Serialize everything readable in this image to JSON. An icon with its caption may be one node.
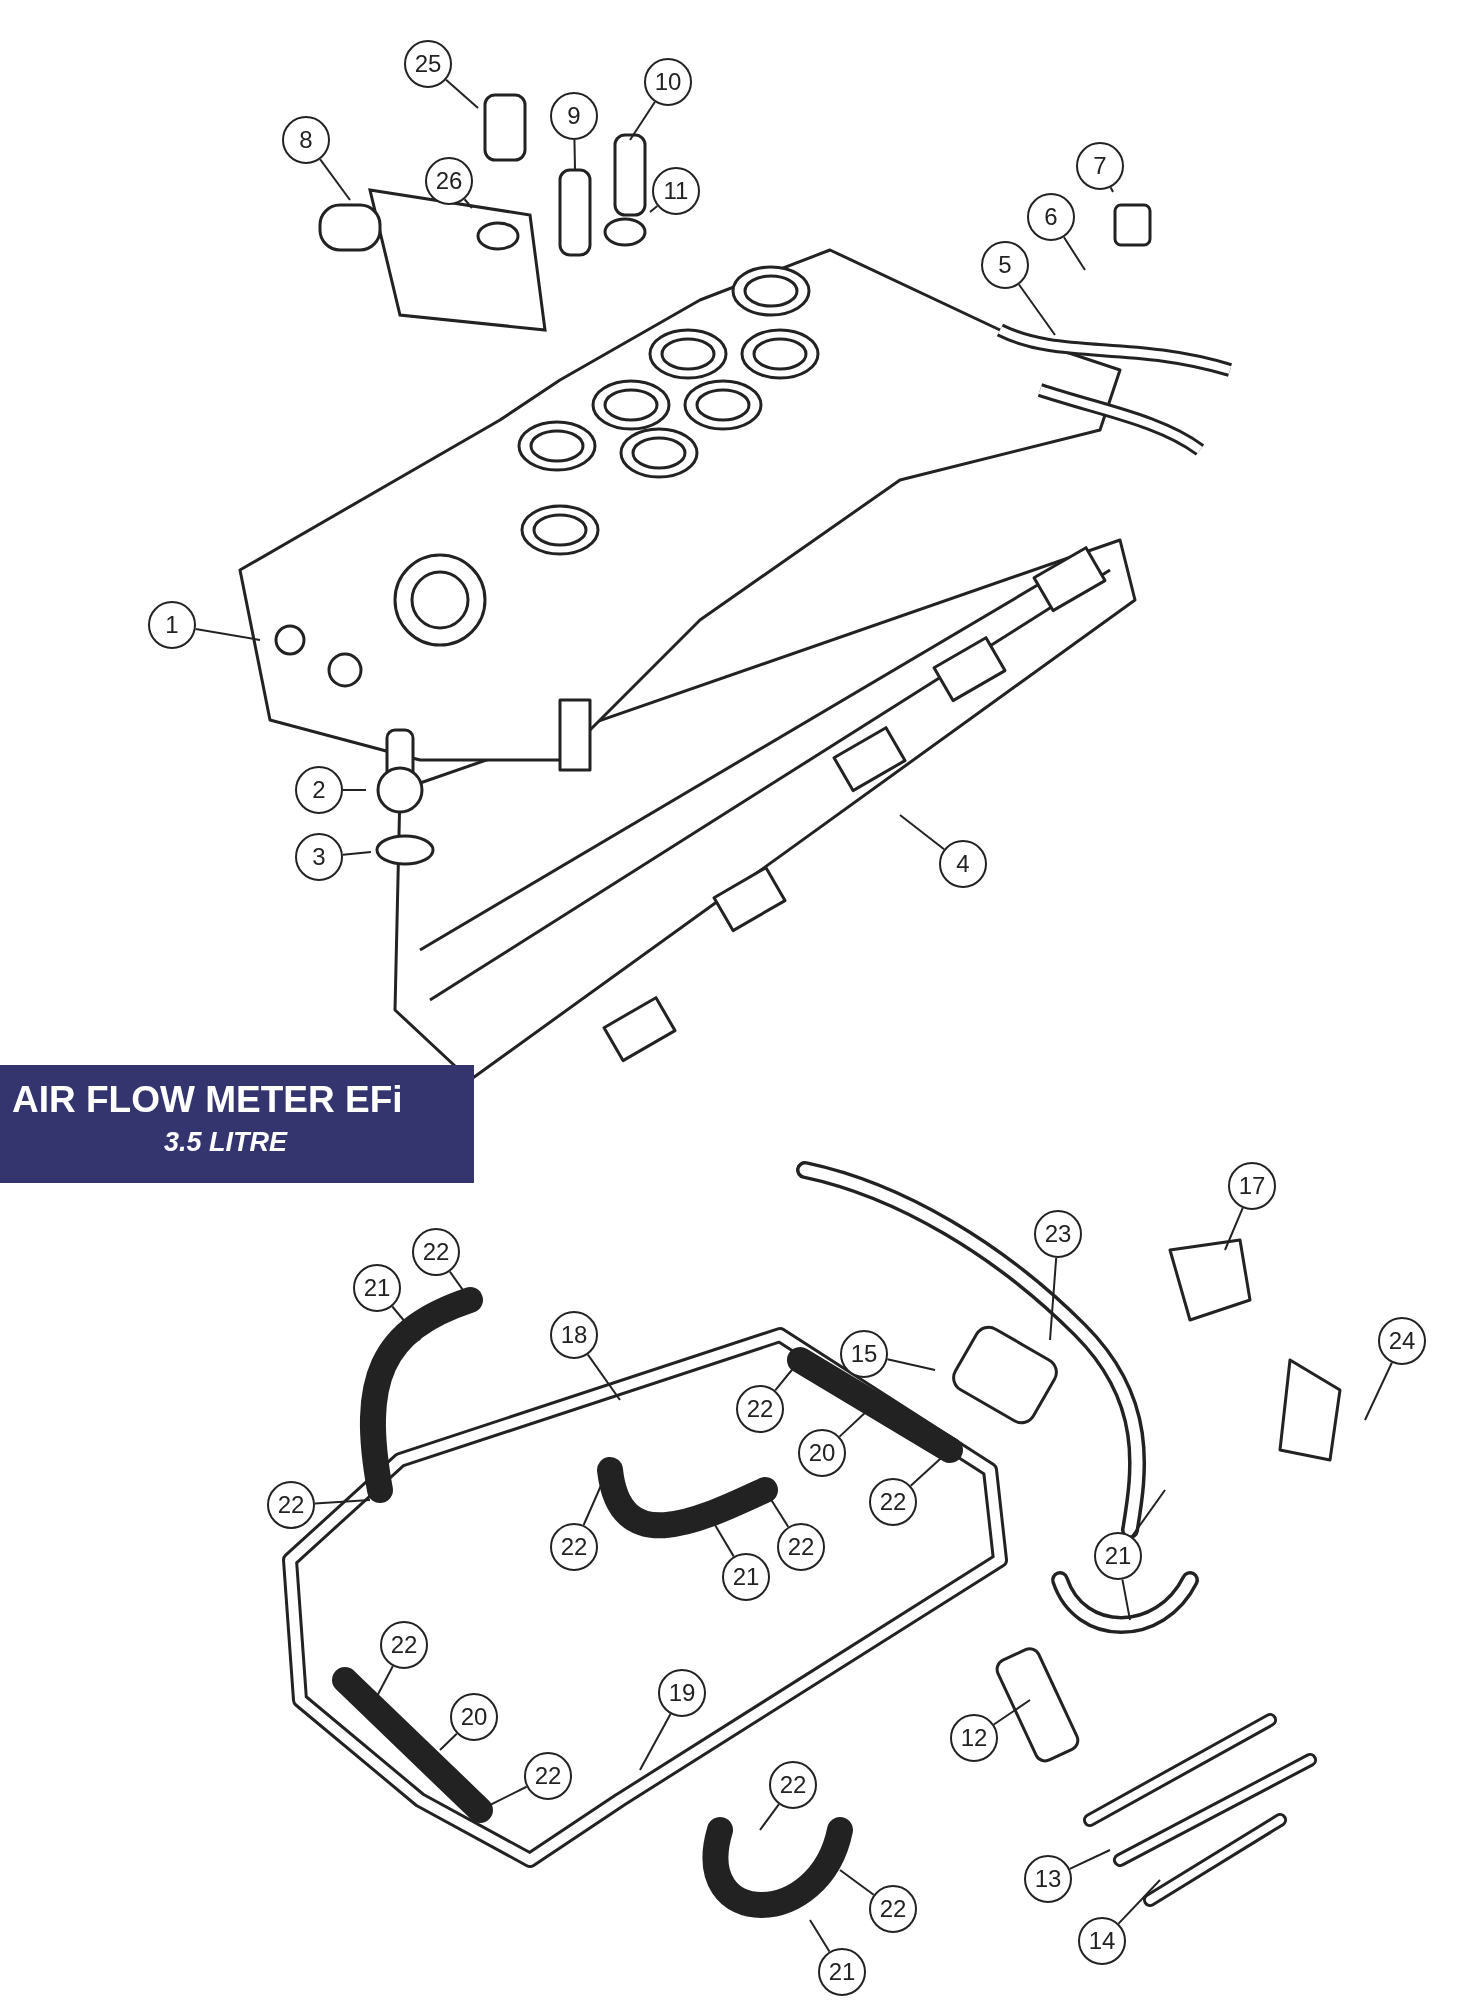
{
  "diagram": {
    "title": "AIR FLOW METER EFi",
    "nodes": [
      {
        "text": [
          "25"
        ]
      },
      {
        "text": [
          "10"
        ]
      },
      {
        "text": [
          "9"
        ]
      },
      {
        "text": [
          "8"
        ]
      },
      {
        "text": [
          "26"
        ]
      },
      {
        "text": [
          "11"
        ]
      },
      {
        "text": [
          "7"
        ]
      },
      {
        "text": [
          "6"
        ]
      },
      {
        "text": [
          "5"
        ]
      },
      {
        "text": [
          "1"
        ]
      },
      {
        "text": [
          "2"
        ]
      },
      {
        "text": [
          "3"
        ]
      },
      {
        "text": [
          "4"
        ]
      },
      {
        "text": [
          "17"
        ]
      },
      {
        "text": [
          "23"
        ]
      },
      {
        "text": [
          "22"
        ]
      },
      {
        "text": [
          "21"
        ]
      },
      {
        "text": [
          "18"
        ]
      },
      {
        "text": [
          "15"
        ]
      },
      {
        "text": [
          "24"
        ]
      },
      {
        "text": [
          "22"
        ]
      },
      {
        "text": [
          "20"
        ]
      },
      {
        "text": [
          "22"
        ]
      },
      {
        "text": [
          "22"
        ]
      },
      {
        "text": [
          "22"
        ]
      },
      {
        "text": [
          "22"
        ]
      },
      {
        "text": [
          "21"
        ]
      },
      {
        "text": [
          "21"
        ]
      },
      {
        "text": [
          "22"
        ]
      },
      {
        "text": [
          "19"
        ]
      },
      {
        "text": [
          "20"
        ]
      },
      {
        "text": [
          "12"
        ]
      },
      {
        "text": [
          "22"
        ]
      },
      {
        "text": [
          "22"
        ]
      },
      {
        "text": [
          "13"
        ]
      },
      {
        "text": [
          "22"
        ]
      },
      {
        "text": [
          "14"
        ]
      },
      {
        "text": [
          "21"
        ]
      }
    ],
    "edges": [
      {
        "from": 0,
        "to": null,
        "arrow": "none"
      },
      {
        "from": 1,
        "to": null,
        "arrow": "none"
      },
      {
        "from": 2,
        "to": null,
        "arrow": "none"
      },
      {
        "from": 3,
        "to": null,
        "arrow": "none"
      },
      {
        "from": 4,
        "to": null,
        "arrow": "none"
      },
      {
        "from": 5,
        "to": null,
        "arrow": "none"
      },
      {
        "from": 6,
        "to": null,
        "arrow": "none"
      },
      {
        "from": 7,
        "to": null,
        "arrow": "none"
      },
      {
        "from": 8,
        "to": null,
        "arrow": "none"
      },
      {
        "from": 9,
        "to": null,
        "arrow": "none"
      },
      {
        "from": 10,
        "to": null,
        "arrow": "none"
      },
      {
        "from": 11,
        "to": null,
        "arrow": "none"
      },
      {
        "from": 12,
        "to": null,
        "arrow": "none"
      },
      {
        "from": 13,
        "to": null,
        "arrow": "none"
      },
      {
        "from": 14,
        "to": null,
        "arrow": "none"
      },
      {
        "from": 15,
        "to": null,
        "arrow": "none"
      },
      {
        "from": 16,
        "to": null,
        "arrow": "none"
      },
      {
        "from": 17,
        "to": null,
        "arrow": "none"
      },
      {
        "from": 18,
        "to": null,
        "arrow": "none"
      },
      {
        "from": 19,
        "to": null,
        "arrow": "none"
      },
      {
        "from": 20,
        "to": null,
        "arrow": "none"
      },
      {
        "from": 21,
        "to": null,
        "arrow": "none"
      },
      {
        "from": 22,
        "to": null,
        "arrow": "none"
      },
      {
        "from": 23,
        "to": null,
        "arrow": "none"
      },
      {
        "from": 24,
        "to": null,
        "arrow": "none"
      },
      {
        "from": 25,
        "to": null,
        "arrow": "none"
      },
      {
        "from": 26,
        "to": null,
        "arrow": "none"
      },
      {
        "from": 27,
        "to": null,
        "arrow": "none"
      },
      {
        "from": 28,
        "to": null,
        "arrow": "none"
      },
      {
        "from": 29,
        "to": null,
        "arrow": "none"
      },
      {
        "from": 30,
        "to": null,
        "arrow": "none"
      },
      {
        "from": 31,
        "to": null,
        "arrow": "none"
      },
      {
        "from": 32,
        "to": null,
        "arrow": "none"
      },
      {
        "from": 33,
        "to": null,
        "arrow": "none"
      },
      {
        "from": 34,
        "to": null,
        "arrow": "none"
      },
      {
        "from": 35,
        "to": null,
        "arrow": "none"
      },
      {
        "from": 36,
        "to": null,
        "arrow": "none"
      },
      {
        "from": 37,
        "to": null,
        "arrow": "none"
      },
      {
        "from": 26,
        "to": null,
        "arrow": "none"
      }
    ],
    "labels": [
      "3.5 LITRE"
    ]
  }
}
